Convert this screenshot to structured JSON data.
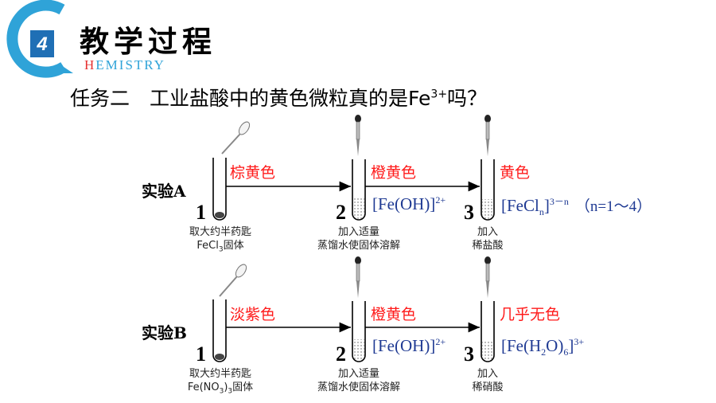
{
  "header": {
    "section_number": "4",
    "title": "教学过程",
    "subtitle_first": "H",
    "subtitle_rest": "EMISTRY",
    "accent_color": "#2fa3d8"
  },
  "task": {
    "prefix": "任务二　工业盐酸中的黄色微粒真的是Fe",
    "charge": "3+",
    "suffix": "吗？"
  },
  "experiments": [
    {
      "label": "实验A",
      "steps": [
        {
          "number": "1",
          "color": "棕黄色",
          "note_line1": "取大约半药匙",
          "note_line2_pre": "FeCl",
          "note_line2_sub": "3",
          "note_line2_post": "固体"
        },
        {
          "number": "2",
          "color": "橙黄色",
          "note_line1": "加入适量",
          "note_line2": "蒸馏水使固体溶解"
        },
        {
          "number": "3",
          "color": "黄色",
          "note_line1": "加入",
          "note_line2": "稀盐酸"
        }
      ],
      "formula1": {
        "main": "[Fe(OH)]",
        "sup": "2+"
      },
      "formula2": {
        "main": "[FeCl",
        "sub": "n",
        "close": "]",
        "sup": "3－n",
        "extra": "（n=1～4）"
      }
    },
    {
      "label": "实验B",
      "steps": [
        {
          "number": "1",
          "color": "淡紫色",
          "note_line1": "取大约半药匙",
          "note_line2_pre": "Fe(NO",
          "note_line2_sub": "3",
          "note_line2_post": ")",
          "note_line2_sub2": "3",
          "note_line2_post2": "固体"
        },
        {
          "number": "2",
          "color": "橙黄色",
          "note_line1": "加入适量",
          "note_line2": "蒸馏水使固体溶解"
        },
        {
          "number": "3",
          "color": "几乎无色",
          "note_line1": "加入",
          "note_line2": "稀硝酸"
        }
      ],
      "formula1": {
        "main": "[Fe(OH)]",
        "sup": "2+"
      },
      "formula2": {
        "pre": "[Fe(H",
        "sub1": "2",
        "mid": "O)",
        "sub2": "6",
        "close": "]",
        "sup": "3+"
      }
    }
  ]
}
